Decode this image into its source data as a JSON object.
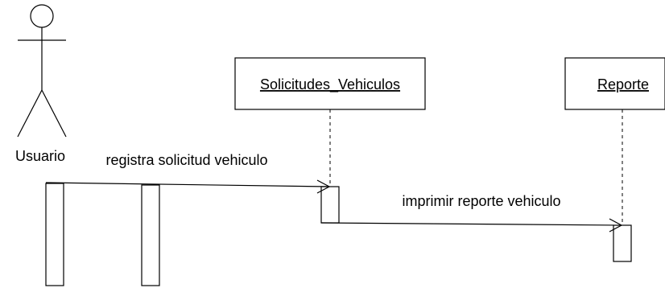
{
  "actor": {
    "label": "Usuario"
  },
  "objects": [
    {
      "label": "Solicitudes_Vehiculos"
    },
    {
      "label": "Reporte"
    }
  ],
  "messages": [
    {
      "label": "registra solicitud vehiculo"
    },
    {
      "label": "imprimir reporte vehiculo"
    }
  ],
  "colors": {
    "stroke": "#000000",
    "background": "#ffffff"
  }
}
